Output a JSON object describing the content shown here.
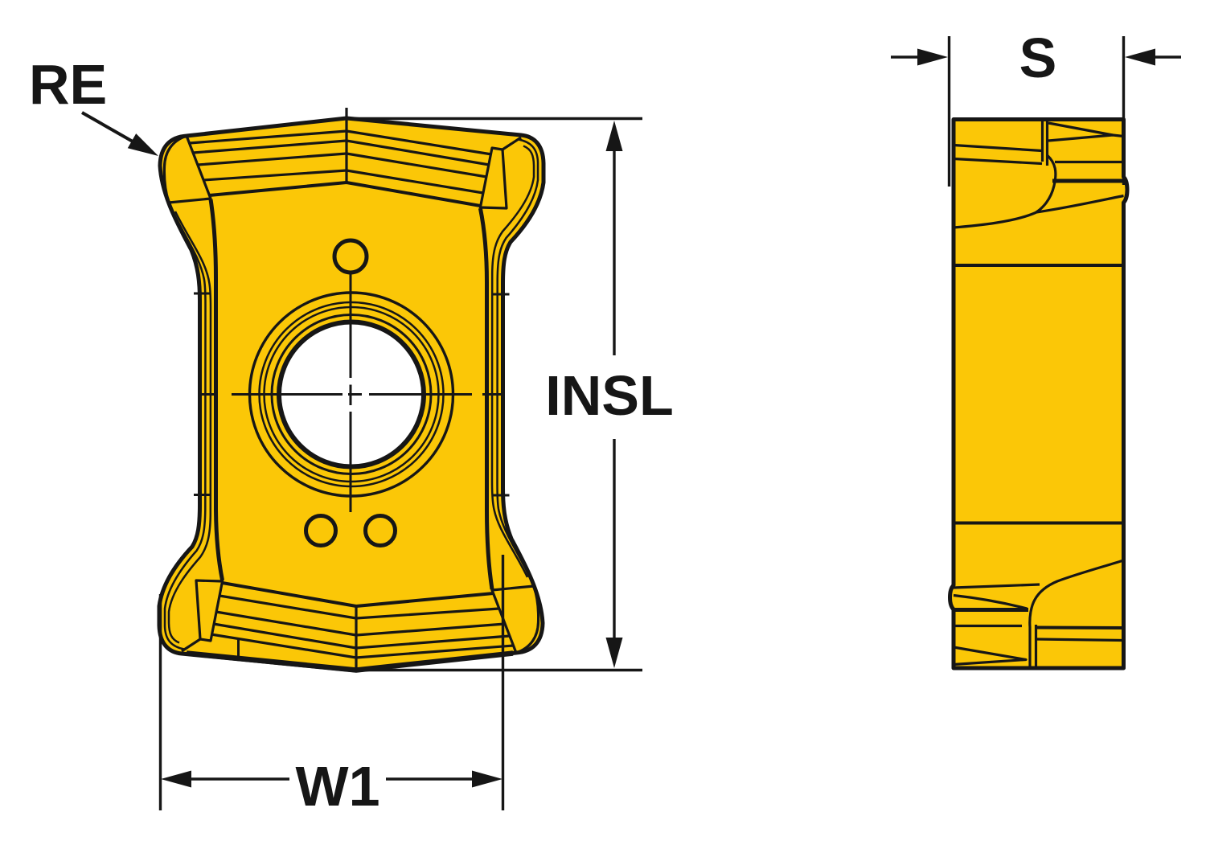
{
  "page": {
    "background": "#FFFFFF"
  },
  "colors": {
    "insert_yellow": "#FBC707",
    "line": "#161616",
    "hole_white": "#FFFFFF",
    "background": "#FFFFFF"
  },
  "drawing": {
    "kind": "technical line drawing, two views of a milling insert",
    "front_view_features": [
      "center bore hole",
      "small top hole",
      "two small bottom holes",
      "faceted cutting edges top and bottom"
    ],
    "side_view_features": [
      "faceted cutting edge top and bottom",
      "plain middle band"
    ]
  },
  "dimensions": {
    "re": {
      "label": "RE"
    },
    "insl": {
      "label": "INSL"
    },
    "w1": {
      "label": "W1"
    },
    "s": {
      "label": "S"
    }
  }
}
